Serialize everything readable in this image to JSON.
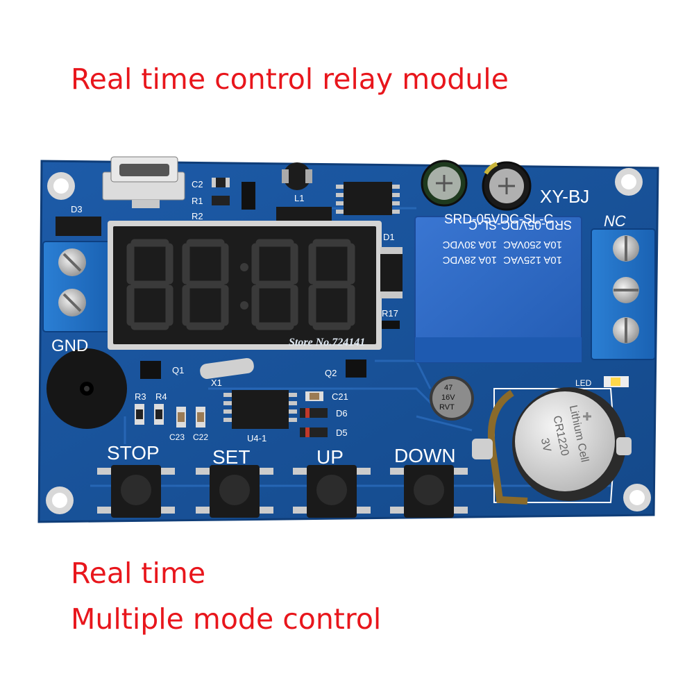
{
  "captions": {
    "headline": "Real time control relay module",
    "line1": "Real time",
    "line2": "Multiple mode control"
  },
  "board": {
    "model": "XY-BJ",
    "gnd": "GND",
    "nc": "NC",
    "led": "LED",
    "watermark": "Store No.724141",
    "buttons": [
      "STOP",
      "SET",
      "UP",
      "DOWN"
    ],
    "refs": {
      "d3": "D3",
      "d1": "D1",
      "l1": "L1",
      "c2": "C2",
      "r1": "R1",
      "r2": "R2",
      "r17": "R17",
      "q1": "Q1",
      "q2": "Q2",
      "x1": "X1",
      "r3": "R3",
      "r4": "R4",
      "c23": "C23",
      "c22": "C22",
      "c21": "C21",
      "d6": "D6",
      "d5": "D5",
      "u41": "U4-1"
    },
    "relay_markings": [
      "SRD-05VDC-SL-C",
      "10A 250VAC",
      "10A 30VDC",
      "10A 125VAC",
      "10A 28VDC"
    ],
    "capacitor_marks": [
      "47",
      "16V",
      "RVT"
    ],
    "coin_cell": [
      "Lithium Cell",
      "CR1220",
      "3V"
    ],
    "display_digits": "88:88",
    "colors": {
      "pcb": "#1a56a0",
      "silkscreen": "#ffffff",
      "caption": "#e8161c",
      "relay": "#2c66c4"
    }
  }
}
